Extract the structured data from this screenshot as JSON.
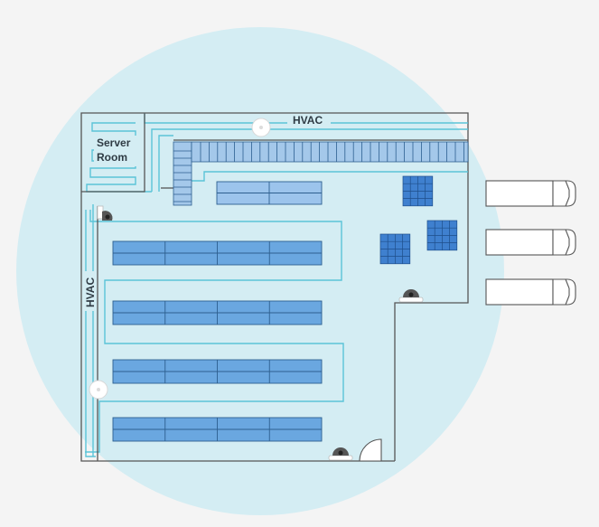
{
  "labels": {
    "server_room_line1": "Server",
    "server_room_line2": "Room",
    "hvac_top": "HVAC",
    "hvac_left": "HVAC"
  },
  "colors": {
    "background": "#f4f4f4",
    "coverage_circle": "#d4edf3",
    "wall": "#555555",
    "duct": "#5bc3d8",
    "rack_fill": "#6aa7e0",
    "rack_stroke": "#2d5f8f",
    "pallet_fill": "#3f80cf",
    "pallet_stroke": "#1e4e8a",
    "truck_fill": "#ffffff",
    "truck_stroke": "#555555"
  },
  "icons": {
    "camera": "dome-camera-icon",
    "sensor": "ceiling-sensor-icon",
    "truck": "truck-icon",
    "door": "door-swing-icon"
  }
}
